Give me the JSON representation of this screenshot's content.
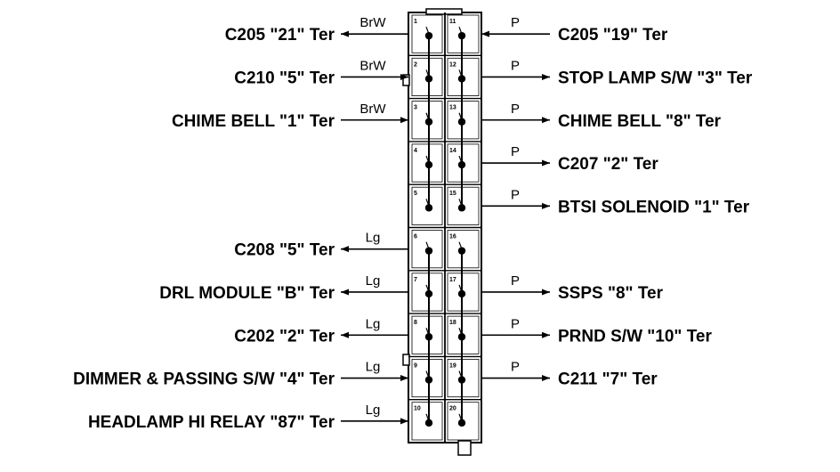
{
  "left_connections": [
    {
      "label": "C205 \"21\" Ter",
      "wire": "BrW",
      "direction": "out",
      "pin": "1"
    },
    {
      "label": "C210 \"5\" Ter",
      "wire": "BrW",
      "direction": "in",
      "pin": "2"
    },
    {
      "label": "CHIME BELL \"1\" Ter",
      "wire": "BrW",
      "direction": "in",
      "pin": "3"
    },
    {
      "label": "C208 \"5\" Ter",
      "wire": "Lg",
      "direction": "out",
      "pin": "6"
    },
    {
      "label": "DRL MODULE \"B\" Ter",
      "wire": "Lg",
      "direction": "out",
      "pin": "7"
    },
    {
      "label": "C202 \"2\" Ter",
      "wire": "Lg",
      "direction": "out",
      "pin": "8"
    },
    {
      "label": "DIMMER & PASSING S/W \"4\" Ter",
      "wire": "Lg",
      "direction": "in",
      "pin": "9"
    },
    {
      "label": "HEADLAMP HI RELAY \"87\" Ter",
      "wire": "Lg",
      "direction": "in",
      "pin": "10"
    }
  ],
  "right_connections": [
    {
      "label": "C205 \"19\" Ter",
      "wire": "P",
      "direction": "in",
      "pin": "11"
    },
    {
      "label": "STOP LAMP S/W \"3\" Ter",
      "wire": "P",
      "direction": "out",
      "pin": "12"
    },
    {
      "label": "CHIME BELL \"8\" Ter",
      "wire": "P",
      "direction": "out",
      "pin": "13"
    },
    {
      "label": "C207 \"2\" Ter",
      "wire": "P",
      "direction": "out",
      "pin": "14"
    },
    {
      "label": "BTSI SOLENOID \"1\" Ter",
      "wire": "P",
      "direction": "out",
      "pin": "15"
    },
    {
      "label": "SSPS \"8\" Ter",
      "wire": "P",
      "direction": "out",
      "pin": "17"
    },
    {
      "label": "PRND S/W \"10\" Ter",
      "wire": "P",
      "direction": "out",
      "pin": "18"
    },
    {
      "label": "C211 \"7\" Ter",
      "wire": "P",
      "direction": "out",
      "pin": "19"
    }
  ],
  "fuse_block": {
    "left_pins": [
      "1",
      "2",
      "3",
      "4",
      "5",
      "6",
      "7",
      "8",
      "9",
      "10"
    ],
    "right_pins": [
      "11",
      "12",
      "13",
      "14",
      "15",
      "16",
      "17",
      "18",
      "19",
      "20"
    ]
  },
  "colors": {
    "ink": "#000000",
    "background": "#ffffff"
  }
}
